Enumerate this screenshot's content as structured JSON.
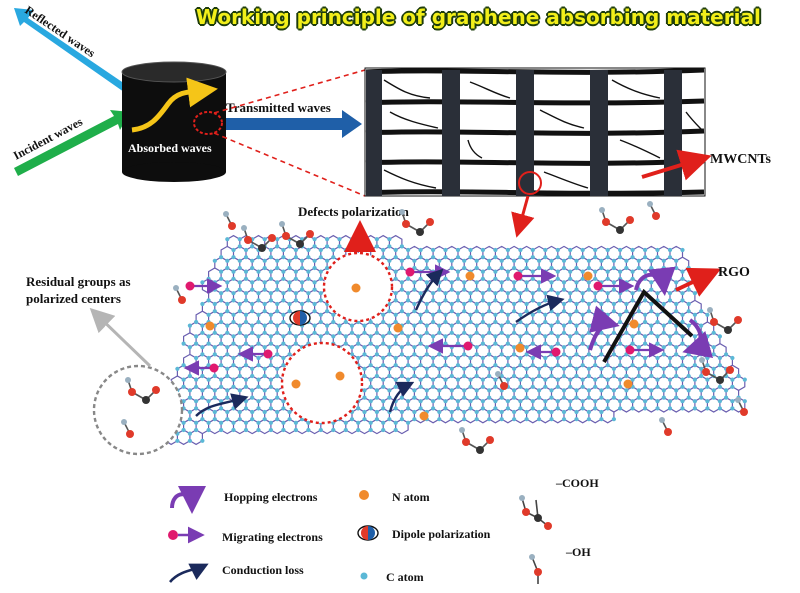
{
  "title": "Working principle of graphene absorbing material",
  "labels": {
    "reflected": "Reflected waves",
    "incident": "Incident waves",
    "absorbed": "Absorbed waves",
    "transmitted": "Transmitted waves",
    "mwcnts": "MWCNTs",
    "rgo": "RGO",
    "defects": "Defects polarization",
    "residual_line1": "Residual groups as",
    "residual_line2": "polarized centers"
  },
  "legend": {
    "hopping": "Hopping electrons",
    "migrating": "Migrating electrons",
    "conduction": "Conduction loss",
    "n_atom": "N atom",
    "dipole": "Dipole polarization",
    "c_atom": "C atom",
    "cooh": "–COOH",
    "oh": "–OH"
  },
  "colors": {
    "title_fill": "#f2ef1a",
    "title_stroke": "#1e3d0c",
    "reflected_arrow": "#29a8e0",
    "incident_arrow": "#1fae4a",
    "transmitted_arrow": "#1f5fa8",
    "pointer_red": "#e0201b",
    "lattice_bond": "#6a5fb0",
    "c_atom": "#5bb8d6",
    "n_atom": "#f08a2c",
    "electron": "#e0196e",
    "hopping": "#7a3cb3",
    "conduction": "#1b2a5c",
    "oxygen": "#e03a2a",
    "hydrogen": "#9ab0c0",
    "residual_circle": "#888888"
  }
}
